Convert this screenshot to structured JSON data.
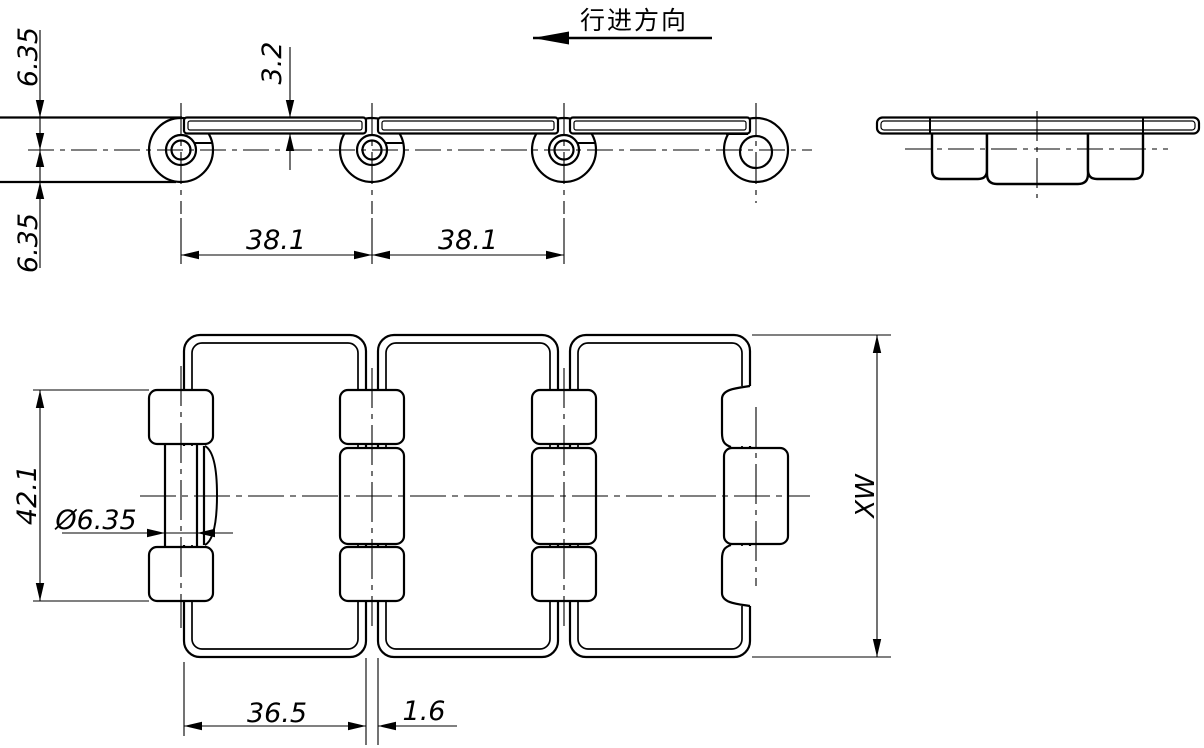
{
  "annotations": {
    "travel_direction": "行进方向",
    "side_view": {
      "dim_top_to_center": "6.35",
      "dim_center_to_bottom": "6.35",
      "dim_plate_thickness": "3.2",
      "dim_pitch_1": "38.1",
      "dim_pitch_2": "38.1"
    },
    "plan_view": {
      "dim_hinge_width": "42.1",
      "dim_pin_diameter": "Ø6.35",
      "dim_plate_length": "36.5",
      "dim_gap": "1.6",
      "dim_chain_width": "XW"
    }
  }
}
